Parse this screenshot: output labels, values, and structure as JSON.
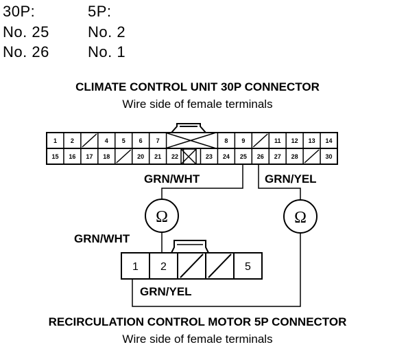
{
  "pin_table": {
    "col1_header": "30P:",
    "col2_header": "5P:",
    "rows": [
      {
        "p30": "No. 25",
        "p5": "No. 2"
      },
      {
        "p30": "No. 26",
        "p5": "No. 1"
      }
    ]
  },
  "unit_connector": {
    "title": "CLIMATE CONTROL UNIT 30P CONNECTOR",
    "subtitle": "Wire side of female terminals",
    "top_row": [
      "1",
      "2",
      "",
      "4",
      "5",
      "6",
      "7",
      "",
      "",
      "",
      "8",
      "9",
      "",
      "11",
      "12",
      "13",
      "14"
    ],
    "bottom_row": [
      "15",
      "16",
      "17",
      "18",
      "",
      "20",
      "21",
      "22",
      "",
      "23",
      "24",
      "25",
      "26",
      "27",
      "28",
      "",
      "30"
    ]
  },
  "motor_connector": {
    "title": "RECIRCULATION CONTROL MOTOR 5P CONNECTOR",
    "subtitle": "Wire side of female terminals",
    "pins": [
      "1",
      "2",
      "",
      "",
      "5"
    ]
  },
  "wire_labels": {
    "grn_wht_top": "GRN/WHT",
    "grn_yel_top": "GRN/YEL",
    "grn_wht_left": "GRN/WHT",
    "grn_yel_bottom": "GRN/YEL"
  },
  "meter_symbol": "Ω",
  "icons": [
    "ohmmeter-icon"
  ]
}
